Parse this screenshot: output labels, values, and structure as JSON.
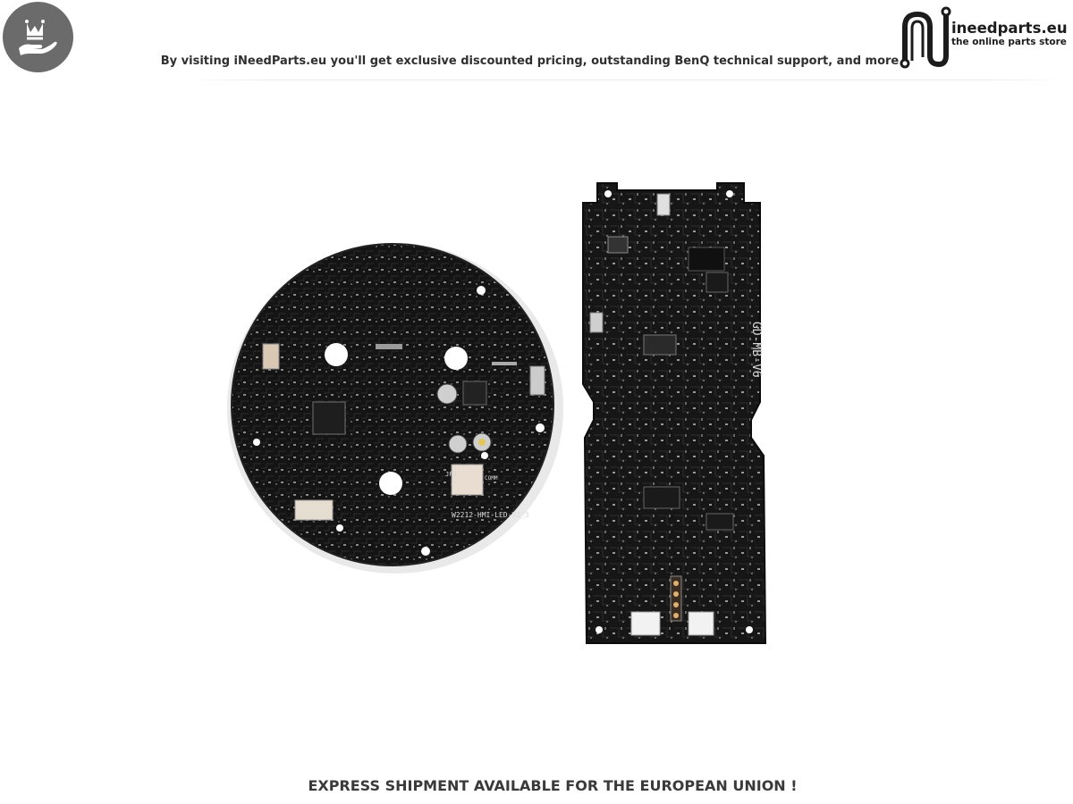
{
  "header": {
    "tagline": "By visiting iNeedParts.eu you'll get exclusive discounted pricing, outstanding BenQ technical support, and more",
    "badge_icon": "crown-hand-icon"
  },
  "logo": {
    "name": "ineedparts.eu",
    "subtitle": "the online parts store",
    "icon": "circuit-n-icon"
  },
  "product_photo": {
    "round_board_label": "W2212-HMI-LED-V2_3",
    "long_board_label": "GD-MB-V6",
    "round_board_connector_label": "JP2",
    "round_board_comm_label": "COMM"
  },
  "footer": {
    "notice": "EXPRESS SHIPMENT AVAILABLE FOR THE EUROPEAN UNION !"
  },
  "colors": {
    "badge_bg": "#6b6b6b",
    "text_dark": "#2f2f2f",
    "pcb_black": "#141414"
  }
}
